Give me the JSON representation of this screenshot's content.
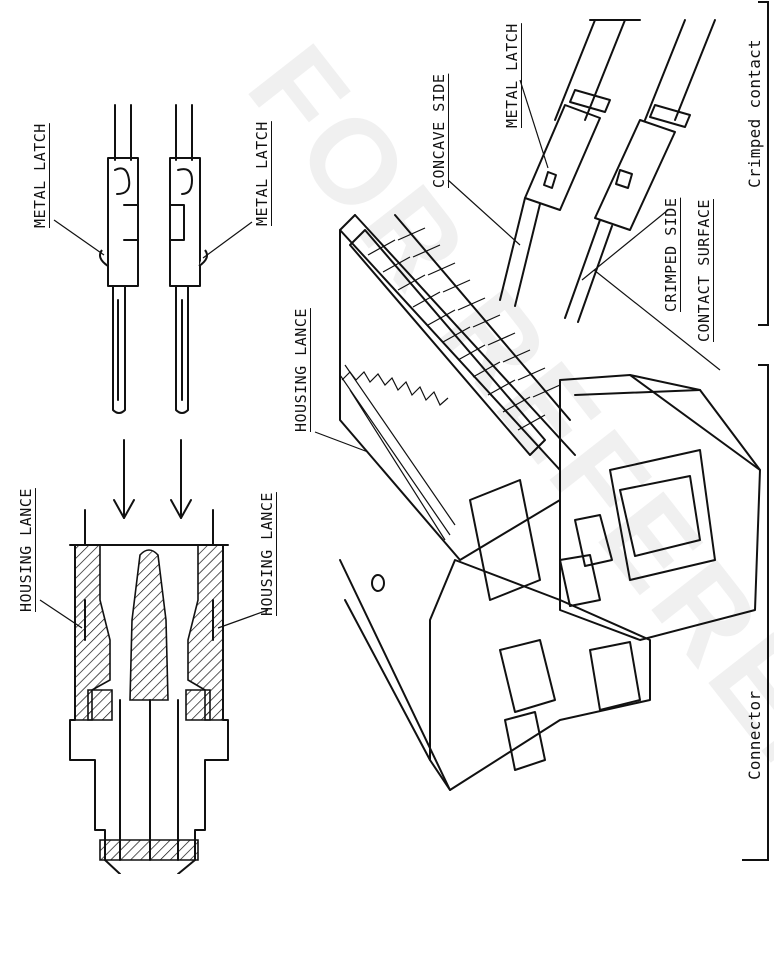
{
  "labels": {
    "metal_latch_left": "METAL LATCH",
    "metal_latch_right": "METAL LATCH",
    "housing_lance_left": "HOUSING LANCE",
    "housing_lance_right": "HOUSING LANCE",
    "housing_lance_connector": "HOUSING LANCE",
    "concave_side": "CONCAVE SIDE",
    "metal_latch_connector": "METAL LATCH",
    "crimped_side": "CRIMPED SIDE",
    "contact_surface": "CONTACT SURFACE",
    "group_crimped_contact": "Crimped contact",
    "group_connector": "Connector"
  },
  "watermark": "FOR REFERENCE"
}
